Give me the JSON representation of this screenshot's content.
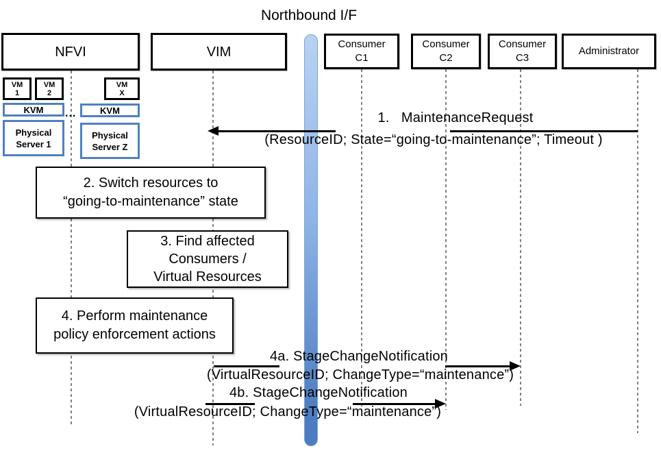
{
  "title": "Northbound I/F",
  "actors": {
    "nfvi": "NFVI",
    "vim": "VIM",
    "c1_line1": "Consumer",
    "c1_line2": "C1",
    "c2_line1": "Consumer",
    "c2_line2": "C2",
    "c3_line1": "Consumer",
    "c3_line2": "C3",
    "admin": "Administrator"
  },
  "nfvi_detail": {
    "vm1_line1": "VM",
    "vm1_line2": "1",
    "vm2_line1": "VM",
    "vm2_line2": "2",
    "vmx_line1": "VM",
    "vmx_line2": "X",
    "kvm1": "KVM",
    "kvm2": "KVM",
    "dots": "...",
    "server1_line1": "Physical",
    "server1_line2": "Server 1",
    "serverz_line1": "Physical",
    "serverz_line2": "Server Z"
  },
  "activities": {
    "a2_line1": "2. Switch resources to",
    "a2_line2": "“going-to-maintenance” state",
    "a3_line1": "3. Find affected",
    "a3_line2": "Consumers /",
    "a3_line3": "Virtual Resources",
    "a4_line1": "4. Perform maintenance",
    "a4_line2": "policy enforcement actions"
  },
  "messages": {
    "m1_label": "1.   MaintenanceRequest",
    "m1_params": "(ResourceID; State=“going-to-maintenance”; Timeout )",
    "m4a_label": "4a. StageChangeNotification",
    "m4a_params": "(VirtualResourceID; ChangeType=“maintenance”)",
    "m4b_label": "4b. StageChangeNotification",
    "m4b_params": "(VirtualResourceID; ChangeType=“maintenance”)"
  },
  "colors": {
    "accent_blue": "#4F81BD",
    "lifeline_gray": "#7f7f7f",
    "bar_top": "#b9d2f2",
    "bar_mid": "#8fb4e6",
    "bar_bottom": "#4d7dc0",
    "ink": "#000000"
  }
}
